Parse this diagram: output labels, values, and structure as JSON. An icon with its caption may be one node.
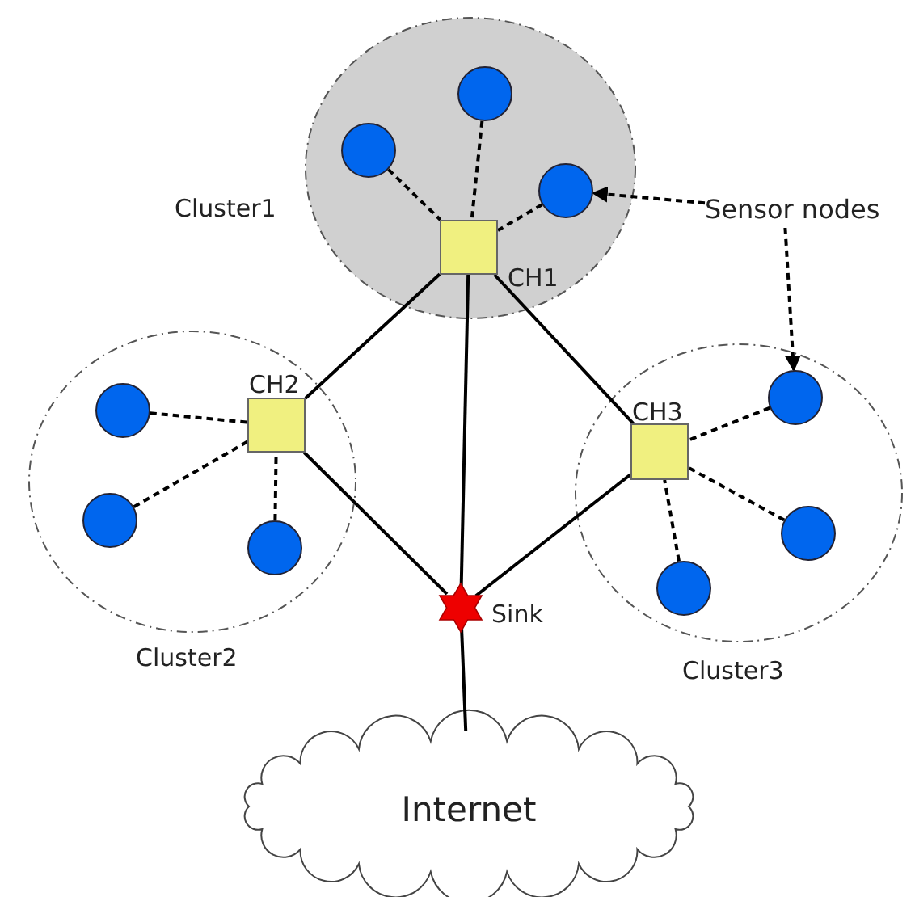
{
  "diagram": {
    "nodes": [
      {
        "text": [
          "Cluster1"
        ]
      },
      {
        "text": [],
        "shape": "circle",
        "in": 0
      },
      {
        "text": [],
        "shape": "circle",
        "in": 0
      },
      {
        "text": [],
        "shape": "circle",
        "in": 0
      },
      {
        "text": [
          "CH1"
        ],
        "in": 0
      },
      {
        "text": [
          "Sensor nodes"
        ]
      },
      {
        "text": [
          "Cluster2"
        ]
      },
      {
        "text": [
          "CH2"
        ],
        "in": 6
      },
      {
        "text": [],
        "shape": "circle",
        "in": 6
      },
      {
        "text": [],
        "shape": "circle",
        "in": 6
      },
      {
        "text": [],
        "shape": "circle",
        "in": 6
      },
      {
        "text": [
          "Cluster3"
        ]
      },
      {
        "text": [
          "CH3"
        ],
        "in": 11
      },
      {
        "text": [],
        "shape": "circle",
        "in": 11
      },
      {
        "text": [],
        "shape": "circle",
        "in": 11
      },
      {
        "text": [],
        "shape": "circle",
        "in": 11
      },
      {
        "text": [
          "Sink"
        ]
      },
      {
        "text": [
          "Internet"
        ]
      }
    ],
    "edges": [
      {
        "from": 1,
        "to": 4,
        "arrow": "none",
        "style": "dashed"
      },
      {
        "from": 2,
        "to": 4,
        "arrow": "none",
        "style": "dashed"
      },
      {
        "from": 3,
        "to": 4,
        "arrow": "none",
        "style": "dashed"
      },
      {
        "from": 5,
        "to": 3,
        "arrow": "to",
        "style": "dashed"
      },
      {
        "from": 5,
        "to": 13,
        "arrow": "to",
        "style": "dashed"
      },
      {
        "from": 8,
        "to": 7,
        "arrow": "none",
        "style": "dashed"
      },
      {
        "from": 9,
        "to": 7,
        "arrow": "none",
        "style": "dashed"
      },
      {
        "from": 10,
        "to": 7,
        "arrow": "none",
        "style": "dashed"
      },
      {
        "from": 13,
        "to": 12,
        "arrow": "none",
        "style": "dashed"
      },
      {
        "from": 14,
        "to": 12,
        "arrow": "none",
        "style": "dashed"
      },
      {
        "from": 15,
        "to": 12,
        "arrow": "none",
        "style": "dashed"
      },
      {
        "from": 4,
        "to": 7,
        "arrow": "none"
      },
      {
        "from": 4,
        "to": 16,
        "arrow": "none"
      },
      {
        "from": 4,
        "to": 12,
        "arrow": "none"
      },
      {
        "from": 7,
        "to": 16,
        "arrow": "none"
      },
      {
        "from": 12,
        "to": 16,
        "arrow": "none"
      },
      {
        "from": 16,
        "to": 17,
        "arrow": "none"
      }
    ]
  }
}
